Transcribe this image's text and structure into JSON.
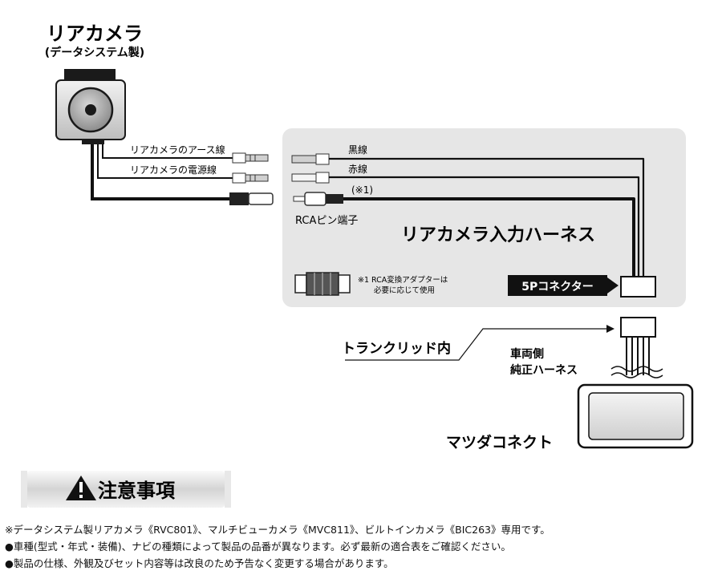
{
  "camera": {
    "title": "リアカメラ",
    "subtitle": "(データシステム製)"
  },
  "wires": {
    "camera_ground": "リアカメラのアース線",
    "camera_power": "リアカメラの電源線",
    "black": "黒線",
    "red": "赤線",
    "note_mark": "(※1)",
    "rca_pin": "RCAピン端子"
  },
  "harness": {
    "title": "リアカメラ入力ハーネス",
    "adapter_note_line1": "※1 RCA変換アダプターは",
    "adapter_note_line2": "必要に応じて使用",
    "connector_label": "5Pコネクター"
  },
  "trunk_label": "トランクリッド内",
  "vehicle_harness_line1": "車両側",
  "vehicle_harness_line2": "純正ハーネス",
  "mazda_connect": "マツダコネクト",
  "caution": {
    "title": "注意事項",
    "items": [
      "※データシステム製リアカメラ《RVC801》、マルチビューカメラ《MVC811》、ビルトインカメラ《BIC263》専用です。",
      "●車種(型式・年式・装備)、ナビの種類によって製品の品番が異なります。必ず最新の適合表をご確認ください。",
      "●製品の仕様、外観及びセット内容等は改良のため予告なく変更する場合があります。"
    ]
  }
}
